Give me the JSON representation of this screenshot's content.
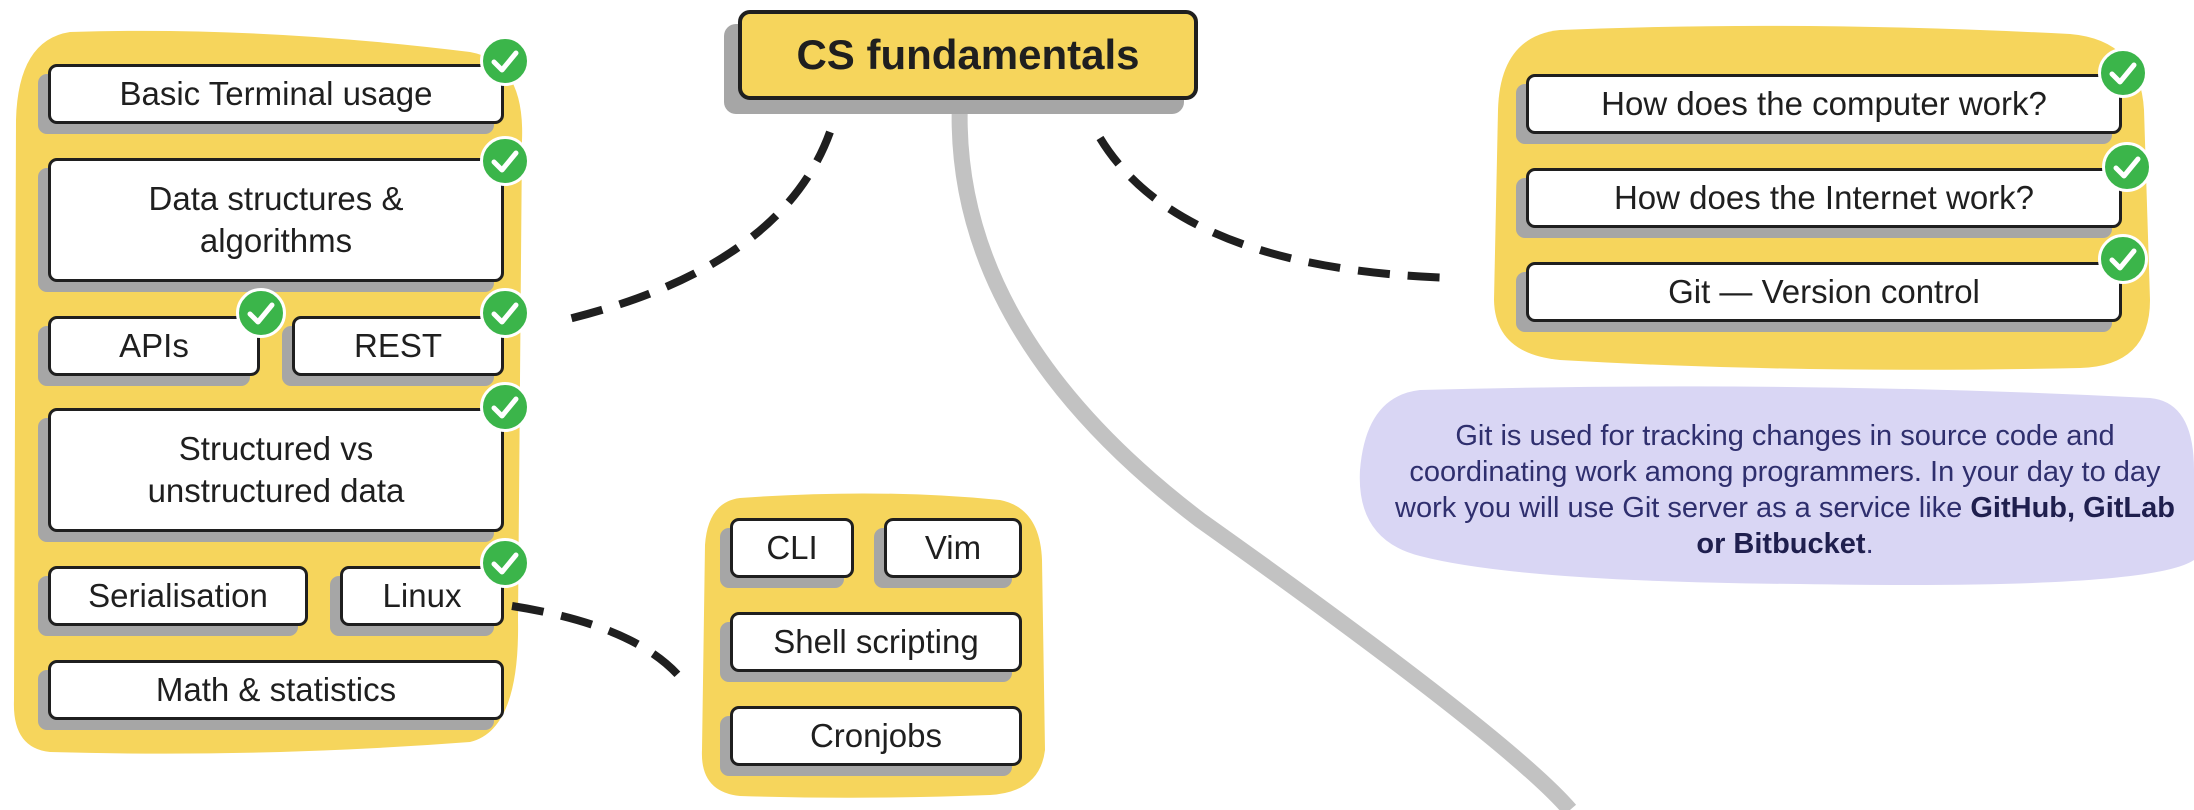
{
  "colors": {
    "highlight": "#f6d55c",
    "note_bg": "#d9d6f4",
    "check": "#3bb54a",
    "line_gray": "#c2c2c2",
    "shadow": "#a6a6a6"
  },
  "title": "CS fundamentals",
  "left_group": {
    "basic_terminal": "Basic Terminal usage",
    "data_structures": "Data structures & algorithms",
    "apis": "APIs",
    "rest": "REST",
    "structured_data": "Structured vs unstructured data",
    "serialisation": "Serialisation",
    "linux": "Linux",
    "math": "Math & statistics"
  },
  "linux_group": {
    "cli": "CLI",
    "vim": "Vim",
    "shell": "Shell scripting",
    "cron": "Cronjobs"
  },
  "right_group": {
    "computer": "How does the computer work?",
    "internet": "How does the Internet work?",
    "git": "Git — Version control"
  },
  "git_note": {
    "text": "Git is used for tracking changes in source code and coordinating work among programmers. In your day to day work you will use Git server as a service like",
    "bold": "GitHub, GitLab or Bitbucket",
    "end": "."
  },
  "completed_icon": "check-circle-icon"
}
